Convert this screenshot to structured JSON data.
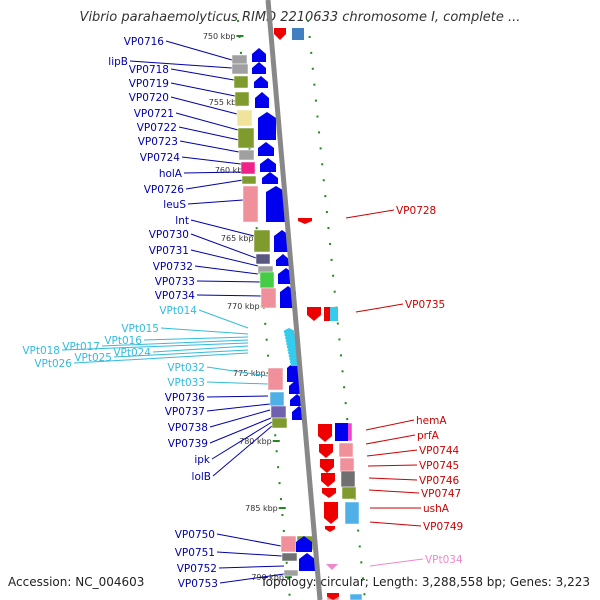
{
  "title": "Vibrio parahaemolyticus RIMD 2210633 chromosome I, complete ...",
  "footer": {
    "accession": "Accession: NC_004603",
    "summary": "Topology: circular; Length: 3,288,558 bp; Genes: 3,223"
  },
  "colors": {
    "forward_arrow": "#0000ee",
    "reverse_arrow": "#ee0000",
    "trna_arrow": "#33ccee",
    "left_label": "#0000aa",
    "right_label": "#cc0000",
    "trna_label": "#33bbdd",
    "pink_label": "#ee88cc",
    "tick": "#228822",
    "axis": "#888888"
  },
  "ticks": [
    {
      "label": "750 kbp"
    },
    {
      "label": "755 kbp"
    },
    {
      "label": "760 kbp"
    },
    {
      "label": "765 kbp"
    },
    {
      "label": "770 kbp"
    },
    {
      "label": "775 kbp"
    },
    {
      "label": "780 kbp"
    },
    {
      "label": "785 kbp"
    },
    {
      "label": "790 kbp"
    }
  ],
  "left_labels": [
    {
      "text": "VP0716",
      "kind": "gene"
    },
    {
      "text": "lipB",
      "kind": "gene"
    },
    {
      "text": "VP0718",
      "kind": "gene"
    },
    {
      "text": "VP0719",
      "kind": "gene"
    },
    {
      "text": "VP0720",
      "kind": "gene"
    },
    {
      "text": "VP0721",
      "kind": "gene"
    },
    {
      "text": "VP0722",
      "kind": "gene"
    },
    {
      "text": "VP0723",
      "kind": "gene"
    },
    {
      "text": "VP0724",
      "kind": "gene"
    },
    {
      "text": "holA",
      "kind": "gene"
    },
    {
      "text": "VP0726",
      "kind": "gene"
    },
    {
      "text": "leuS",
      "kind": "gene"
    },
    {
      "text": "lnt",
      "kind": "gene"
    },
    {
      "text": "VP0730",
      "kind": "gene"
    },
    {
      "text": "VP0731",
      "kind": "gene"
    },
    {
      "text": "VP0732",
      "kind": "gene"
    },
    {
      "text": "VP0733",
      "kind": "gene"
    },
    {
      "text": "VP0734",
      "kind": "gene"
    },
    {
      "text": "VPt014",
      "kind": "trna"
    },
    {
      "text": "VPt015",
      "kind": "trna"
    },
    {
      "text": "VPt016",
      "kind": "trna"
    },
    {
      "text": "VPt017",
      "kind": "trna"
    },
    {
      "text": "VPt018",
      "kind": "trna"
    },
    {
      "text": "VPt024",
      "kind": "trna"
    },
    {
      "text": "VPt025",
      "kind": "trna"
    },
    {
      "text": "VPt026",
      "kind": "trna"
    },
    {
      "text": "VPt032",
      "kind": "trna"
    },
    {
      "text": "VPt033",
      "kind": "trna"
    },
    {
      "text": "VP0736",
      "kind": "gene"
    },
    {
      "text": "VP0737",
      "kind": "gene"
    },
    {
      "text": "VP0738",
      "kind": "gene"
    },
    {
      "text": "VP0739",
      "kind": "gene"
    },
    {
      "text": "ipk",
      "kind": "gene"
    },
    {
      "text": "lolB",
      "kind": "gene"
    },
    {
      "text": "VP0750",
      "kind": "gene"
    },
    {
      "text": "VP0751",
      "kind": "gene"
    },
    {
      "text": "VP0752",
      "kind": "gene"
    },
    {
      "text": "VP0753",
      "kind": "gene"
    }
  ],
  "right_labels": [
    {
      "text": "VP0728",
      "kind": "gene"
    },
    {
      "text": "VP0735",
      "kind": "gene"
    },
    {
      "text": "hemA",
      "kind": "gene"
    },
    {
      "text": "prfA",
      "kind": "gene"
    },
    {
      "text": "VP0744",
      "kind": "gene"
    },
    {
      "text": "VP0745",
      "kind": "gene"
    },
    {
      "text": "VP0746",
      "kind": "gene"
    },
    {
      "text": "VP0747",
      "kind": "gene"
    },
    {
      "text": "ushA",
      "kind": "gene"
    },
    {
      "text": "VP0749",
      "kind": "gene"
    },
    {
      "text": "VPt034",
      "kind": "pink"
    }
  ],
  "cog_colors": [
    "#7f9b2e",
    "#f0909a",
    "#f0e49c",
    "#585880",
    "#a0a0a0",
    "#ee2288",
    "#44cc44",
    "#4fb0e8",
    "#7060b0",
    "#707070",
    "#60a0c8",
    "#ee44cc"
  ]
}
